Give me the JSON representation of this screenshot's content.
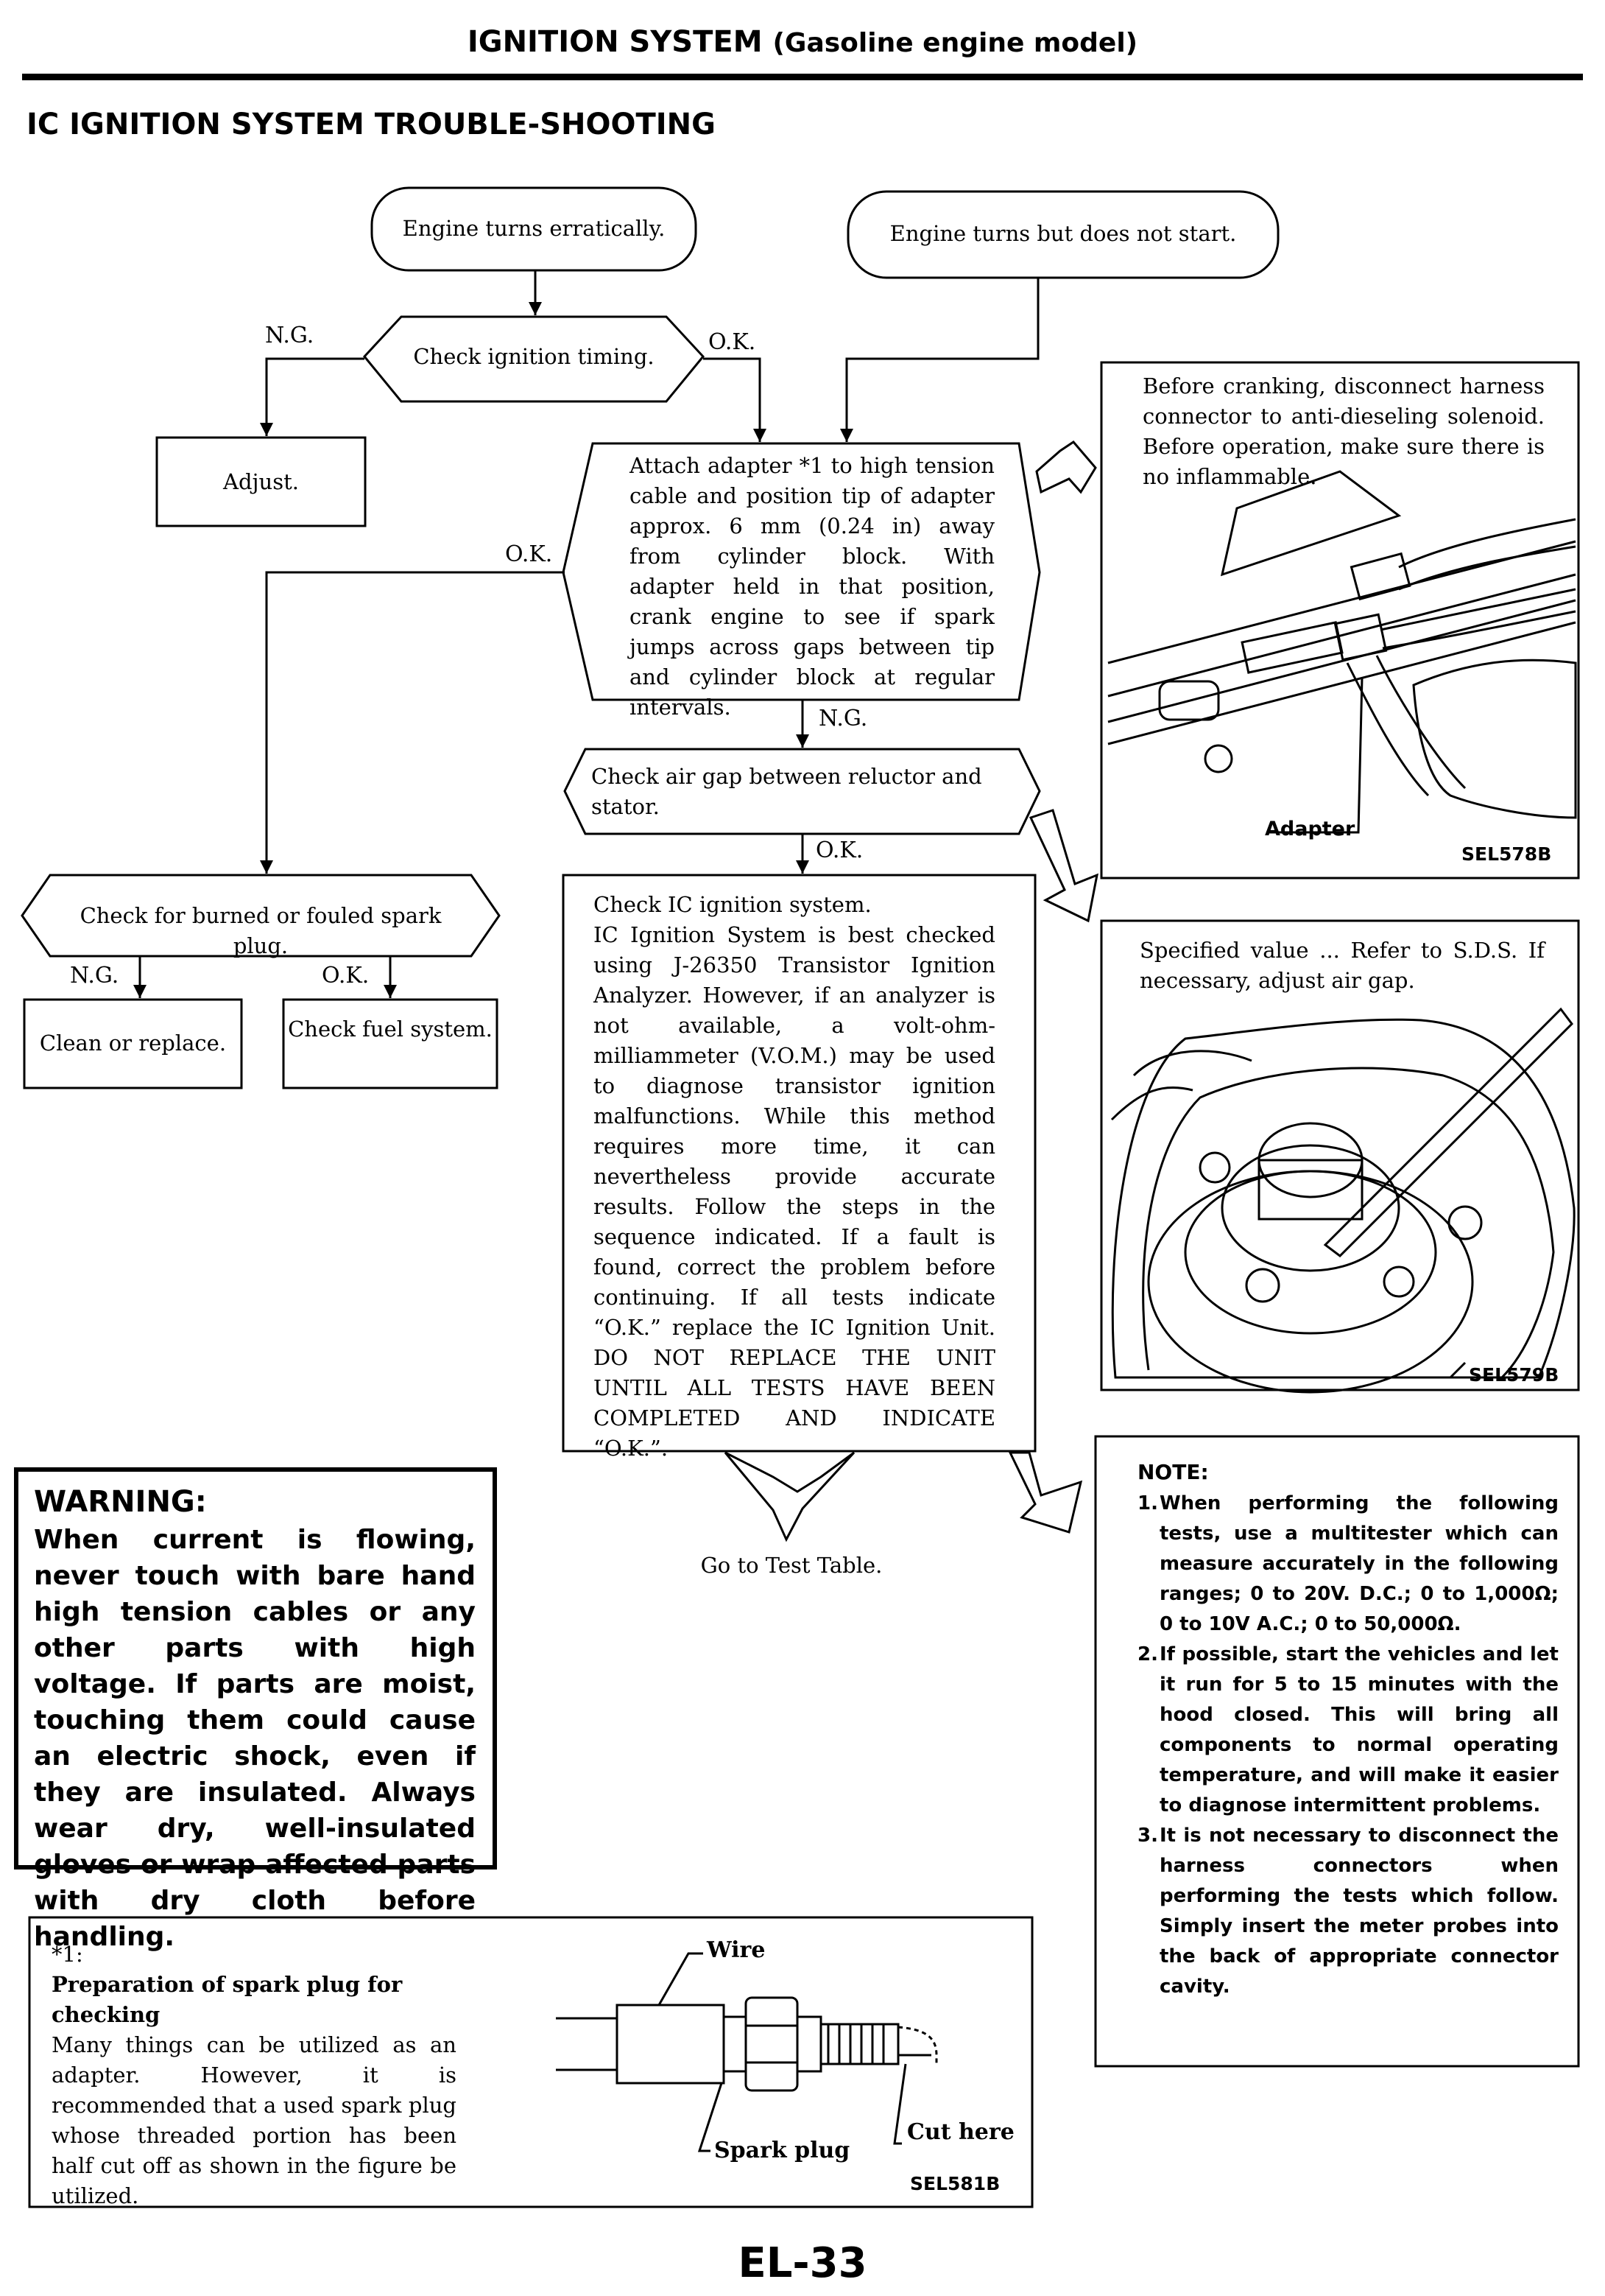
{
  "header": {
    "title": "IGNITION SYSTEM",
    "subtitle": "(Gasoline engine model)"
  },
  "section_title": "IC IGNITION SYSTEM TROUBLE-SHOOTING",
  "flow": {
    "start_left": "Engine turns erratically.",
    "start_right": "Engine turns but does not start.",
    "check_timing": "Check ignition timing.",
    "ng": "N.G.",
    "ok": "O.K.",
    "adjust": "Adjust.",
    "attach_adapter": "Attach adapter *1 to high tension cable and position tip of adapter approx. 6 mm (0.24 in) away from cylinder block. With adapter held in that position, crank engine to see if spark jumps across gaps between tip and cylinder block at regular intervals.",
    "check_air_gap": "Check air gap between reluctor and stator.",
    "check_spark_plug": "Check for burned or fouled spark plug.",
    "clean_replace": "Clean or replace.",
    "check_fuel": "Check fuel system.",
    "check_ic_lines": [
      "Check IC ignition system.",
      "IC Ignition System is best checked using J-26350 Transistor Ignition Analyzer. However, if an analyzer is not available, a volt-ohm-milliammeter (V.O.M.) may be used to diagnose transistor ignition malfunctions. While this method requires more time, it can nevertheless provide accurate results. Follow the steps in the sequence indicated. If a fault is found, correct the problem before continuing. If all tests indicate “O.K.” replace the IC Ignition Unit. DO NOT REPLACE THE UNIT UNTIL ALL TESTS HAVE BEEN COMPLETED AND INDICATE “O.K.”."
    ],
    "go_test_table": "Go to Test Table."
  },
  "figure1": {
    "caption": "Before cranking, disconnect harness connector to anti-dieseling solenoid. Before operation, make sure there is no inflammable.",
    "label": "Adapter",
    "code": "SEL578B"
  },
  "figure2": {
    "caption": "Specified value ... Refer to S.D.S. If necessary, adjust air gap.",
    "code": "SEL579B"
  },
  "warning": {
    "title": "WARNING:",
    "body": "When current is flowing, never touch with bare hand high tension cables or any other parts with high voltage. If parts are moist, touching them could cause an electric shock, even if they are insulated. Always wear dry, well-insulated gloves or wrap affected parts with dry cloth before handling."
  },
  "note": {
    "title": "NOTE:",
    "items": [
      "When performing the following tests, use a multitester which can measure accurately in the following ranges; 0 to 20V. D.C.; 0 to 1,000Ω; 0 to 10V A.C.; 0 to 50,000Ω.",
      "If possible, start the vehicles and let it run for 5 to 15 minutes with the hood closed. This will bring all components to normal operating temperature, and will make it easier to diagnose intermittent problems.",
      "It is not necessary to disconnect the harness connectors when performing the tests which follow. Simply insert the meter probes into the back of appropriate connector cavity."
    ]
  },
  "footnote": {
    "ref": "*1:",
    "title": "Preparation of spark plug for checking",
    "body": "Many things can be utilized as an adapter. However, it is recommended that a used spark plug whose threaded portion has been half cut off as shown in the figure be utilized.",
    "wire_label": "Wire",
    "plug_label": "Spark plug",
    "cut_label": "Cut here",
    "code": "SEL581B"
  },
  "footer": {
    "page": "EL-33"
  }
}
